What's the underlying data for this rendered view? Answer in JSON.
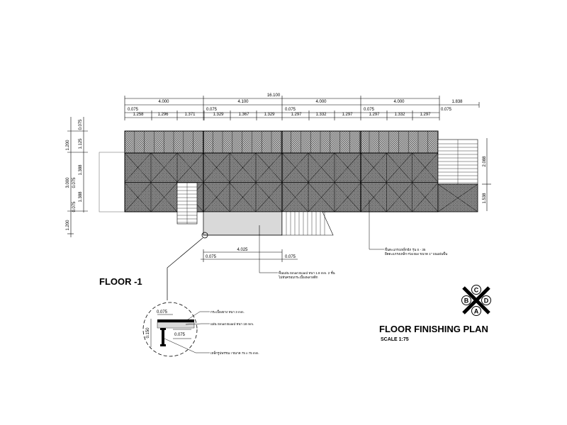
{
  "titles": {
    "floor_label": "FLOOR -1",
    "plan_title": "FLOOR FINISHING PLAN",
    "scale": "SCALE  1:75"
  },
  "top_dims": {
    "overall": "16.100",
    "overall_right": "1.838",
    "bays": [
      "4.000",
      "4.100",
      "4.000",
      "4.000"
    ],
    "offsets": [
      "0.075",
      "0.075",
      "0.075",
      "0.075",
      "0.075"
    ],
    "sub": [
      "1.258",
      "1.296",
      "1.371",
      "1.329",
      "1.367",
      "1.329",
      "1.297",
      "1.332",
      "1.297",
      "1.297",
      "1.332",
      "1.297"
    ]
  },
  "left_dims": {
    "outer": [
      "1.200",
      "3.000",
      "1.200"
    ],
    "inner": [
      "0.075",
      "1.125",
      "1.388",
      "0.075",
      "1.388",
      "0.075"
    ]
  },
  "right_dims": [
    "2.088",
    "1.538"
  ],
  "bottom_dims": {
    "span": "4.025",
    "left": "0.075",
    "right": "0.075"
  },
  "notes": {
    "smart_board": "พื้นแผ่น Smart Board หนา 1.8 mm. 2 ชั้น",
    "smart_board_2": "ไม่ทับครอบกระเบื้องพลาสติก",
    "steel_grating": "พื้นตะแกรงเหล็กฉีก รุ่น S - 35",
    "steel_grating_2": "ยึดตะแกรงเหล็ก Flat Bar ขนาด 1\" บนแผ่นพื้น"
  },
  "detail": {
    "dim_top": "0.075",
    "dim_side": "0.150",
    "dim_mid": "0.075",
    "note1": "กระเบื้องยาง หนา 3 mm.",
    "note2": "แผ่น Smart Board หนา 18 mm.",
    "note3": "เหล็กรูปพรรณ I ขนาด 75 x 75 mm."
  },
  "compass": {
    "top": "C",
    "left": "B",
    "right": "D",
    "bottom": "A"
  }
}
